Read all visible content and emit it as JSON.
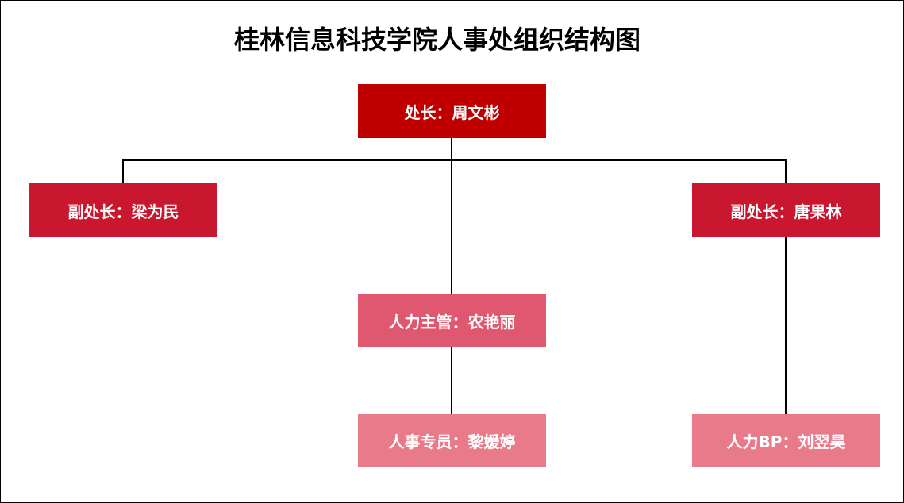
{
  "title": "桂林信息科技学院人事处组织结构图",
  "colors": {
    "level1": "#C00000",
    "level2": "#C8172F",
    "level3": "#E05870",
    "level4": "#E87A8A",
    "line": "#000000"
  },
  "nodes": {
    "director": "处长：周文彬",
    "deputy_left": "副处长：梁为民",
    "deputy_right": "副处长：唐果林",
    "hr_supervisor": "人力主管：农艳丽",
    "hr_specialist": "人事专员：黎媛婷",
    "hr_bp": "人力BP：刘翌昊"
  }
}
